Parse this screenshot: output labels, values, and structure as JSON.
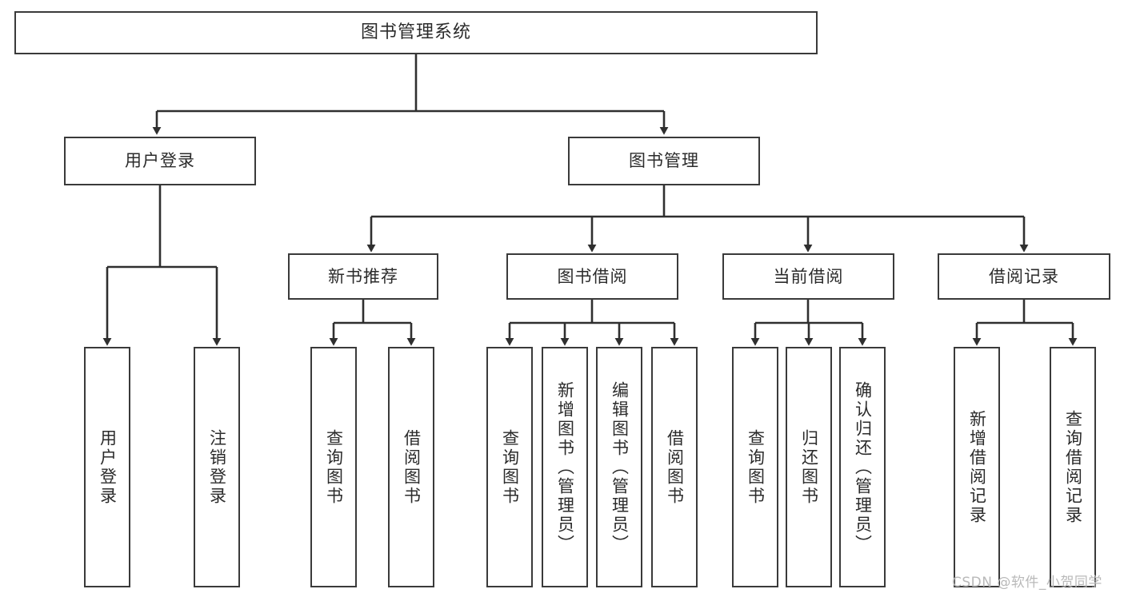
{
  "diagram": {
    "title": "图书管理系统",
    "type": "tree-hierarchy",
    "watermark": "CSDN @软件_小贺同学",
    "colors": {
      "node_border": "#3a3a3a",
      "node_fill": "#ffffff",
      "edge": "#2f2f2f",
      "text": "#2b2b2b",
      "watermark": "#b9b9b9",
      "background": "#ffffff"
    },
    "nodes": {
      "root": {
        "label": "图书管理系统",
        "orientation": "horizontal"
      },
      "level2": [
        {
          "id": "user-login",
          "label": "用户登录",
          "orientation": "horizontal"
        },
        {
          "id": "book-management",
          "label": "图书管理",
          "orientation": "horizontal"
        }
      ],
      "level3": [
        {
          "id": "new-book-recommend",
          "label": "新书推荐",
          "orientation": "horizontal"
        },
        {
          "id": "book-borrow",
          "label": "图书借阅",
          "orientation": "horizontal"
        },
        {
          "id": "current-borrow",
          "label": "当前借阅",
          "orientation": "horizontal"
        },
        {
          "id": "borrow-record",
          "label": "借阅记录",
          "orientation": "horizontal"
        }
      ],
      "leaves": [
        {
          "id": "leaf-user-login",
          "label": "用户登录",
          "parent": "user-login",
          "orientation": "vertical"
        },
        {
          "id": "leaf-user-logout",
          "label": "注销登录",
          "parent": "user-login",
          "orientation": "vertical"
        },
        {
          "id": "leaf-query-book-1",
          "label": "查询图书",
          "parent": "new-book-recommend",
          "orientation": "vertical"
        },
        {
          "id": "leaf-borrow-book-1",
          "label": "借阅图书",
          "parent": "new-book-recommend",
          "orientation": "vertical"
        },
        {
          "id": "leaf-query-book-2",
          "label": "查询图书",
          "parent": "book-borrow",
          "orientation": "vertical"
        },
        {
          "id": "leaf-add-book",
          "label": "新增图书（管理员）",
          "parent": "book-borrow",
          "orientation": "vertical"
        },
        {
          "id": "leaf-edit-book",
          "label": "编辑图书（管理员）",
          "parent": "book-borrow",
          "orientation": "vertical"
        },
        {
          "id": "leaf-borrow-book-2",
          "label": "借阅图书",
          "parent": "book-borrow",
          "orientation": "vertical"
        },
        {
          "id": "leaf-query-book-3",
          "label": "查询图书",
          "parent": "current-borrow",
          "orientation": "vertical"
        },
        {
          "id": "leaf-return-book",
          "label": "归还图书",
          "parent": "current-borrow",
          "orientation": "vertical"
        },
        {
          "id": "leaf-confirm-return",
          "label": "确认归还（管理员）",
          "parent": "current-borrow",
          "orientation": "vertical"
        },
        {
          "id": "leaf-add-record",
          "label": "新增借阅记录",
          "parent": "borrow-record",
          "orientation": "vertical"
        },
        {
          "id": "leaf-query-record",
          "label": "查询借阅记录",
          "parent": "borrow-record",
          "orientation": "vertical"
        }
      ]
    }
  }
}
